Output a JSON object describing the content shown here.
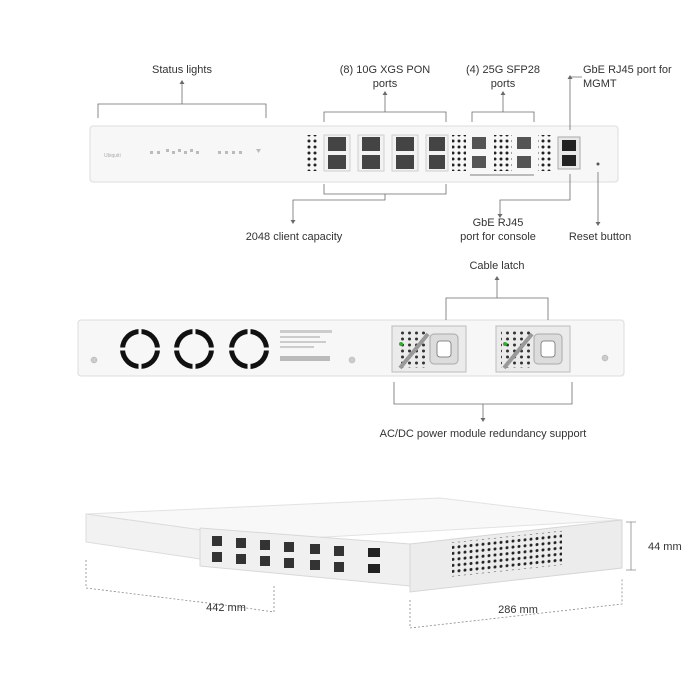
{
  "front_panel": {
    "status_lights_label": "Status lights",
    "pon_ports_label_1": "(8) 10G XGS PON",
    "pon_ports_label_2": "ports",
    "sfp28_label_1": "(4) 25G SFP28",
    "sfp28_label_2": "ports",
    "mgmt_label_1": "GbE RJ45 port for",
    "mgmt_label_2": "MGMT",
    "client_capacity_label": "2048 client capacity",
    "console_label_1": "GbE RJ45",
    "console_label_2": "port for console",
    "reset_label": "Reset button"
  },
  "rear_panel": {
    "cable_latch_label": "Cable latch",
    "power_label": "AC/DC power module redundancy support"
  },
  "dimensions": {
    "height": "44 mm",
    "width": "442 mm",
    "depth": "286 mm"
  },
  "colors": {
    "chassis": "#f6f6f6",
    "chassis_edge": "#d9d9d9",
    "line": "#6b6b6b",
    "port": "#2a2a2a",
    "fan": "#111111"
  }
}
